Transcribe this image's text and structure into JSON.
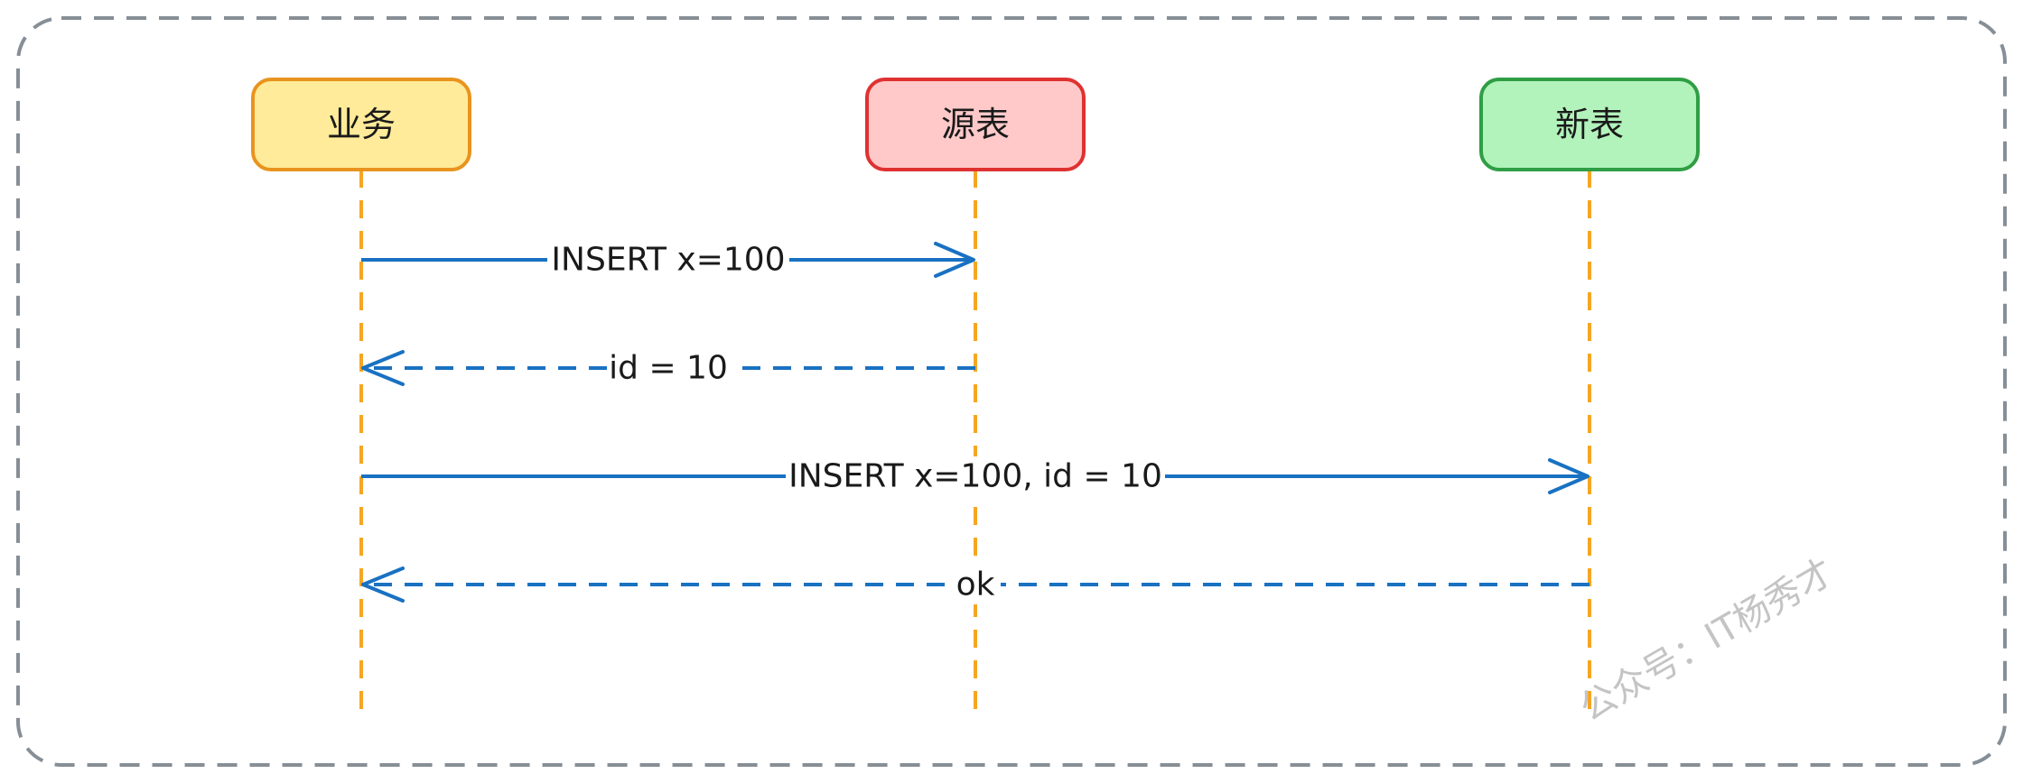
{
  "actors": [
    {
      "id": "business",
      "label": "业务",
      "fill": "#ffeb99",
      "stroke": "#e8941e"
    },
    {
      "id": "source",
      "label": "源表",
      "fill": "#ffc9c9",
      "stroke": "#e03131"
    },
    {
      "id": "target",
      "label": "新表",
      "fill": "#b2f2bb",
      "stroke": "#2f9e44"
    }
  ],
  "messages": [
    {
      "from": "business",
      "to": "source",
      "label": "INSERT x=100",
      "style": "solid"
    },
    {
      "from": "source",
      "to": "business",
      "label": "id = 10",
      "style": "dashed"
    },
    {
      "from": "business",
      "to": "target",
      "label": "INSERT x=100, id = 10",
      "style": "solid"
    },
    {
      "from": "target",
      "to": "business",
      "label": "ok",
      "style": "dashed"
    }
  ],
  "watermark": "公众号：IT杨秀才",
  "colors": {
    "frame": "#868e96",
    "lifeline": "#f5a623",
    "arrow": "#1971c2"
  }
}
